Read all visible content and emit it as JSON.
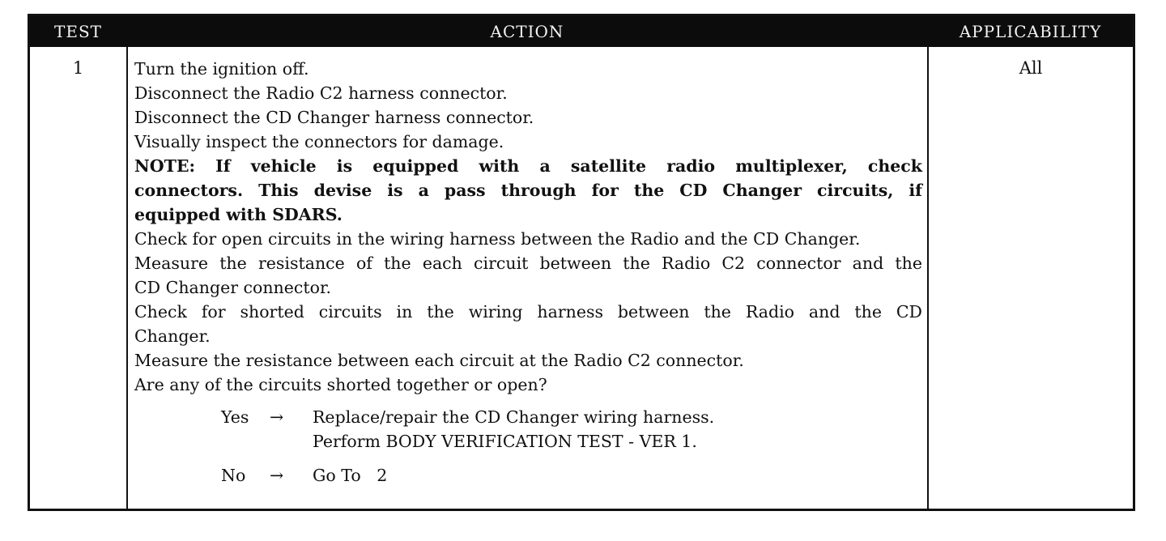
{
  "header": {
    "test": "TEST",
    "action": "ACTION",
    "applicability": "APPLICABILITY"
  },
  "row": {
    "test_number": "1",
    "applicability": "All",
    "steps": [
      "Turn the ignition off.",
      "Disconnect the Radio C2 harness connector.",
      "Disconnect the CD Changer harness connector.",
      "Visually inspect the connectors for damage."
    ],
    "note_lines": [
      "NOTE: If vehicle is equipped with a satellite radio multiplexer, check",
      "connectors. This devise is a pass through for the CD Changer circuits, if",
      "equipped with SDARS."
    ],
    "steps2": [
      "Check for open circuits in the wiring harness between the Radio and the CD Changer.",
      "Measure the resistance of the each circuit between the Radio C2 connector and the",
      "CD Changer connector.",
      "Check for shorted circuits in the wiring harness between the Radio and the CD",
      "Changer.",
      "Measure the resistance between each circuit at the Radio C2 connector.",
      "Are any of the circuits shorted together or open?"
    ],
    "yes": {
      "label": "Yes",
      "arrow": "→",
      "line1": "Replace/repair the CD Changer wiring harness.",
      "line2": "Perform BODY VERIFICATION TEST - VER 1."
    },
    "no": {
      "label": "No",
      "arrow": "→",
      "text": "Go To   2"
    }
  }
}
